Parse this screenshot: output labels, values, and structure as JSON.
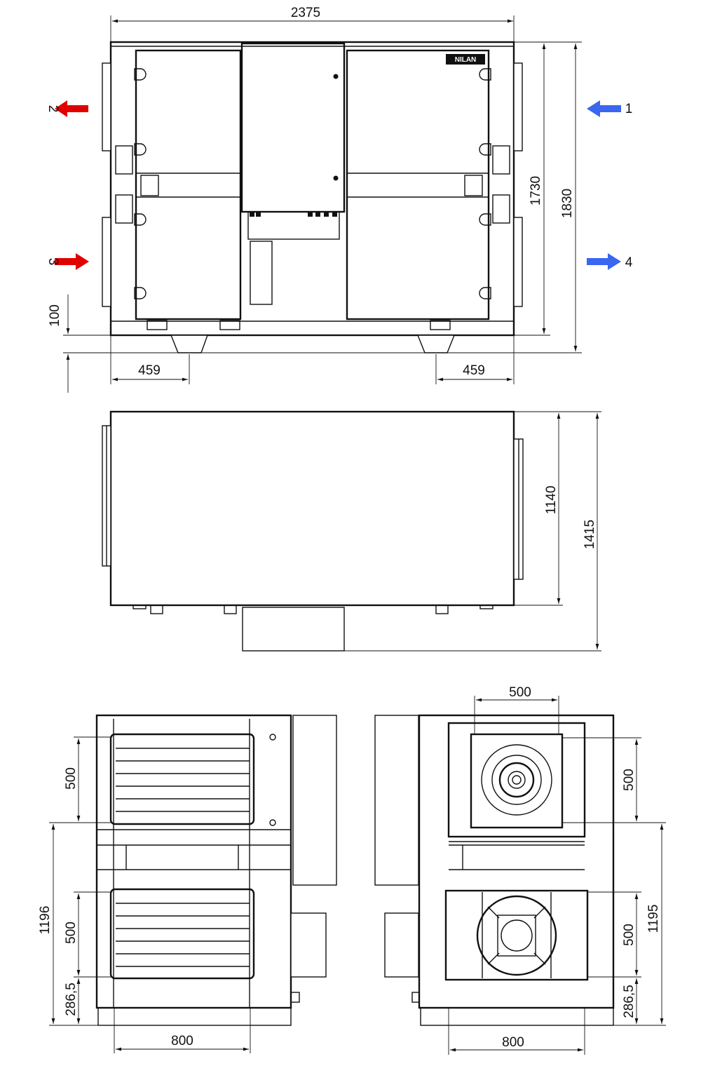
{
  "logo": "NILAN",
  "colors": {
    "red": "#e00000",
    "blue": "#3a66f0",
    "line": "#111111"
  },
  "top_view": {
    "width": "2375",
    "height_inner": "1730",
    "height_total": "1830",
    "feet_height": "100",
    "foot_left": "459",
    "foot_right": "459",
    "arrows": [
      {
        "label": "1",
        "color": "blue"
      },
      {
        "label": "2",
        "color": "red"
      },
      {
        "label": "3",
        "color": "red"
      },
      {
        "label": "4",
        "color": "blue"
      }
    ]
  },
  "side_view": {
    "height_body": "1140",
    "height_total": "1415"
  },
  "left_end_view": {
    "duct_top": "500",
    "lower_span": "1196",
    "duct_bottom": "500",
    "base": "286,5",
    "width": "800"
  },
  "right_end_view": {
    "duct_width": "500",
    "duct_top": "500",
    "lower_span": "1195",
    "duct_bottom": "500",
    "base": "286,5",
    "width": "800"
  }
}
